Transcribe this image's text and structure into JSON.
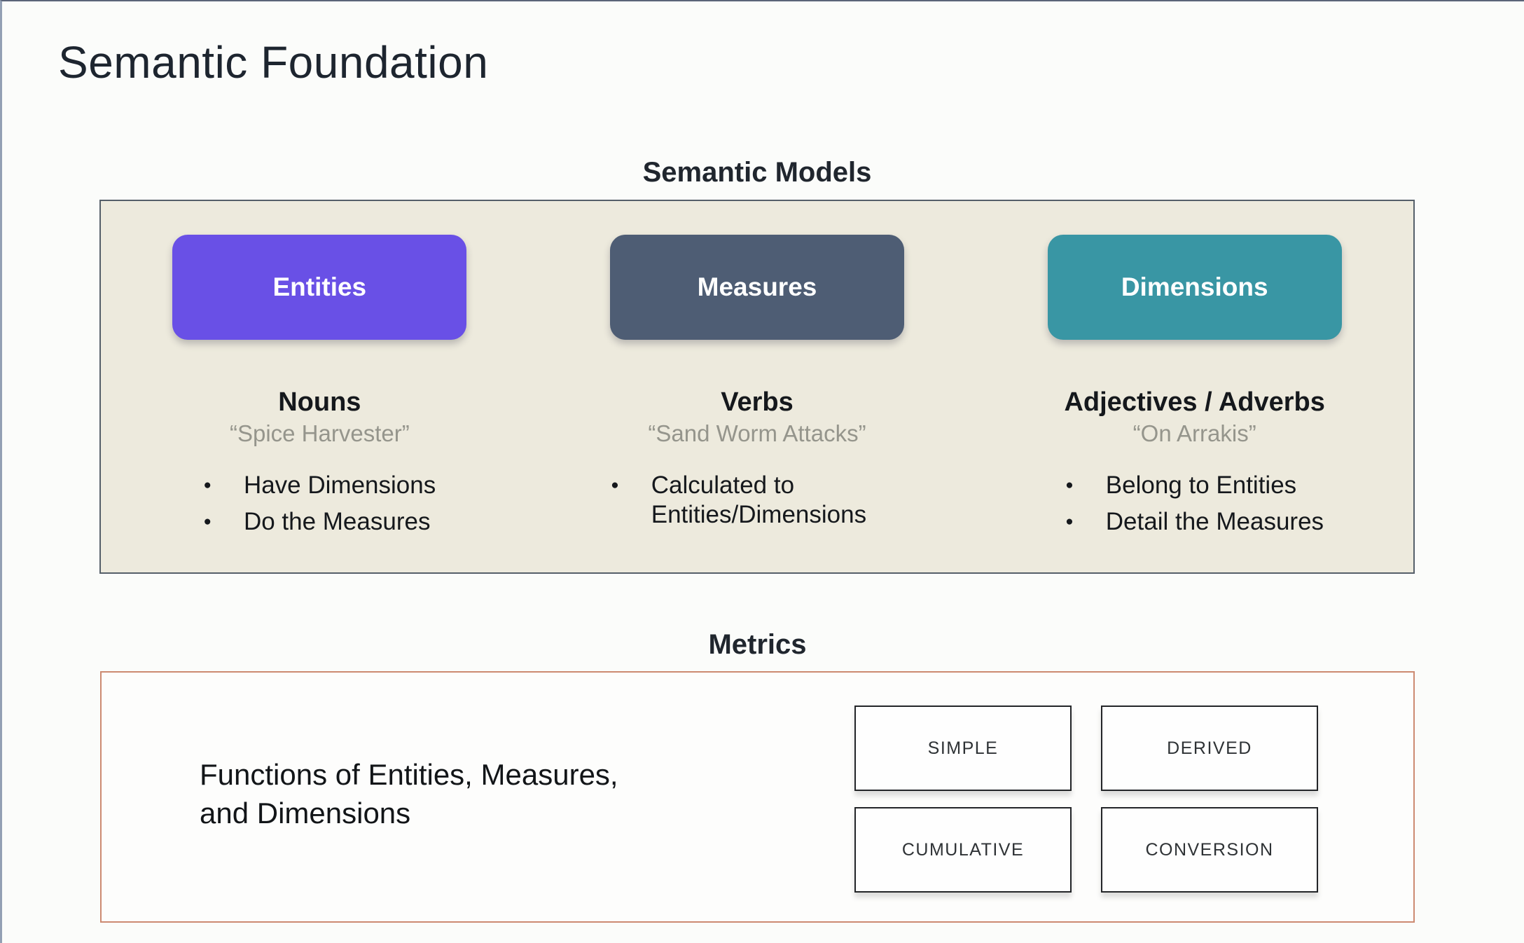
{
  "page": {
    "title": "Semantic Foundation"
  },
  "semantic_models": {
    "heading": "Semantic Models",
    "panel_bg": "#edeadd",
    "panel_border": "#555f69",
    "columns": [
      {
        "pill": "Entities",
        "pill_color": "#6950e6",
        "word_type": "Nouns",
        "example": "“Spice Harvester”",
        "bullets": [
          "Have Dimensions",
          "Do the Measures"
        ]
      },
      {
        "pill": "Measures",
        "pill_color": "#4e5d74",
        "word_type": "Verbs",
        "example": "“Sand Worm Attacks”",
        "bullets": [
          "Calculated to Entities/Dimensions"
        ]
      },
      {
        "pill": "Dimensions",
        "pill_color": "#3996a4",
        "word_type": "Adjectives / Adverbs",
        "example": "“On Arrakis”",
        "bullets": [
          "Belong to Entities",
          "Detail the Measures"
        ]
      }
    ]
  },
  "metrics": {
    "heading": "Metrics",
    "panel_border": "#cc8a71",
    "description_line1": "Functions of Entities, Measures,",
    "description_line2": "and Dimensions",
    "types": [
      "SIMPLE",
      "DERIVED",
      "CUMULATIVE",
      "CONVERSION"
    ]
  }
}
